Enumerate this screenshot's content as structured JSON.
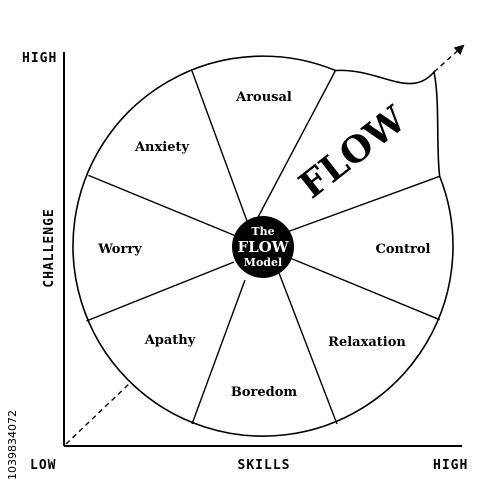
{
  "axes": {
    "y_label": "CHALLENGE",
    "y_high": "HIGH",
    "x_label": "SKILLS",
    "x_low": "LOW",
    "x_high": "HIGH"
  },
  "center": {
    "line1": "The",
    "line2": "FLOW",
    "line3": "Model",
    "fill": "#000000"
  },
  "segments": {
    "arousal": "Arousal",
    "flow": "FLOW",
    "control": "Control",
    "relaxation": "Relaxation",
    "boredom": "Boredom",
    "apathy": "Apathy",
    "worry": "Worry",
    "anxiety": "Anxiety"
  },
  "watermark": {
    "id": "1039834072"
  },
  "colors": {
    "ink": "#000000",
    "background": "#ffffff"
  }
}
